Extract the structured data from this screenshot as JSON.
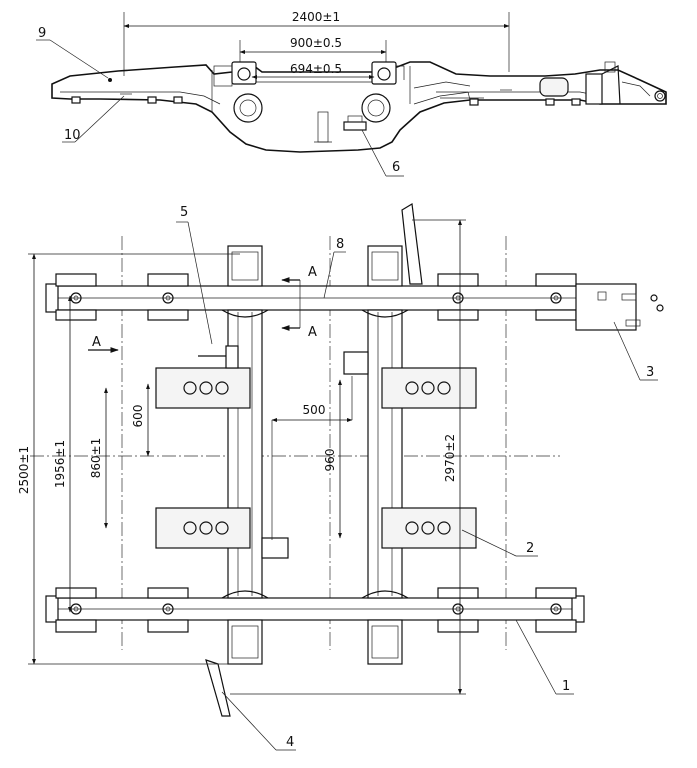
{
  "dimensions": {
    "frame_length": "2400±1",
    "bolster_spacing_outer": "900±0.5",
    "bolster_spacing_inner": "694±0.5",
    "overall_width": "2500±1",
    "side_frame_gauge": "1956±1",
    "bracket_pitch": "860±1",
    "bracket_offset": "600",
    "bracket_span": "500",
    "bracket_depth": "960",
    "crossbeam_length": "2970±2"
  },
  "labels": {
    "part_1": "1",
    "part_2": "2",
    "part_3": "3",
    "part_4": "4",
    "part_5": "5",
    "part_6": "6",
    "part_8": "8",
    "part_9": "9",
    "part_10": "10",
    "section_marker": "A"
  }
}
